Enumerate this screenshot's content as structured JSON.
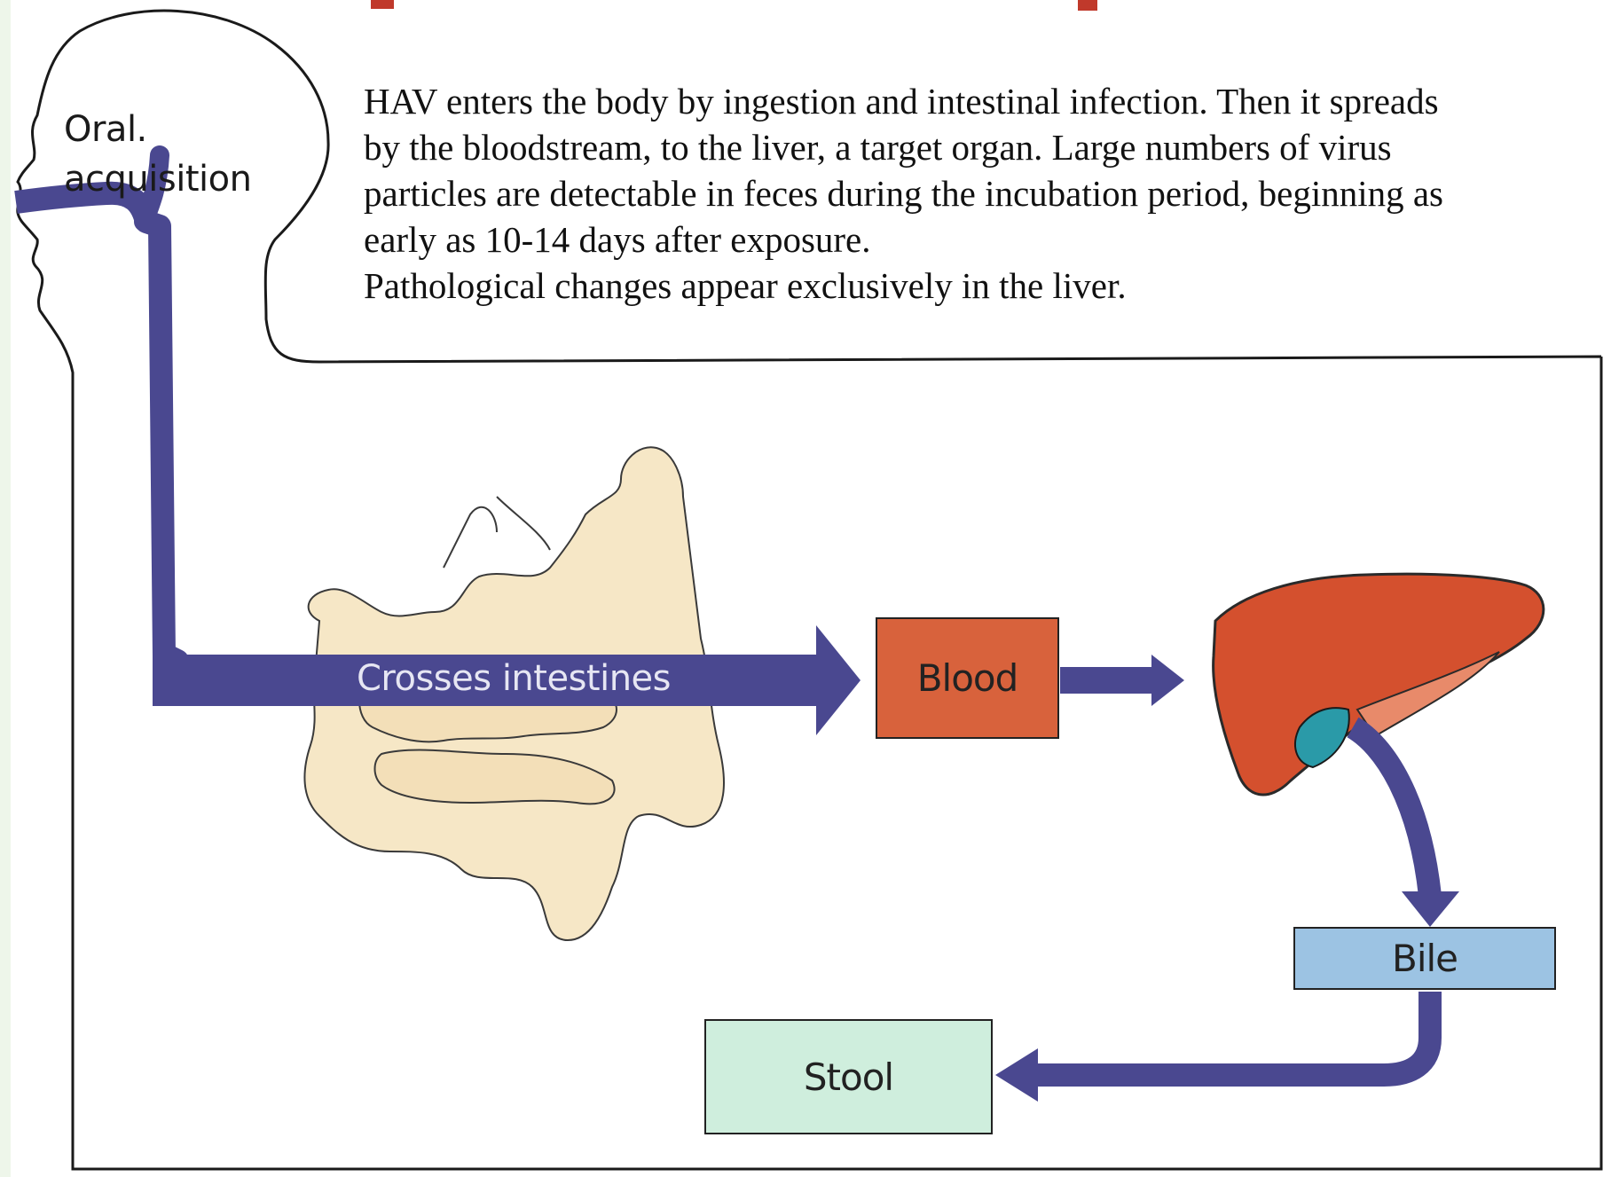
{
  "description": {
    "lines": [
      "HAV enters the body by ingestion and intestinal infection. Then it spreads",
      "by the bloodstream, to the liver, a target organ. Large numbers of virus",
      "particles are detectable in feces during the incubation period, beginning as",
      "early as 10-14 days after exposure.",
      "Pathological changes appear exclusively in the liver."
    ]
  },
  "labels": {
    "oral_line1": "Oral.",
    "oral_line2": "acquisition",
    "crosses": "Crosses intestines",
    "blood": "Blood",
    "bile": "Bile",
    "stool": "Stool"
  },
  "colors": {
    "pathway": "#4a4890",
    "blood_box": "#d8623c",
    "bile_box": "#9cc3e3",
    "stool_box": "#cfeedd",
    "liver": "#d4502e",
    "gallbladder": "#2a9aa8",
    "intestine": "#f6e7c6",
    "title_red": "#c0392b"
  }
}
